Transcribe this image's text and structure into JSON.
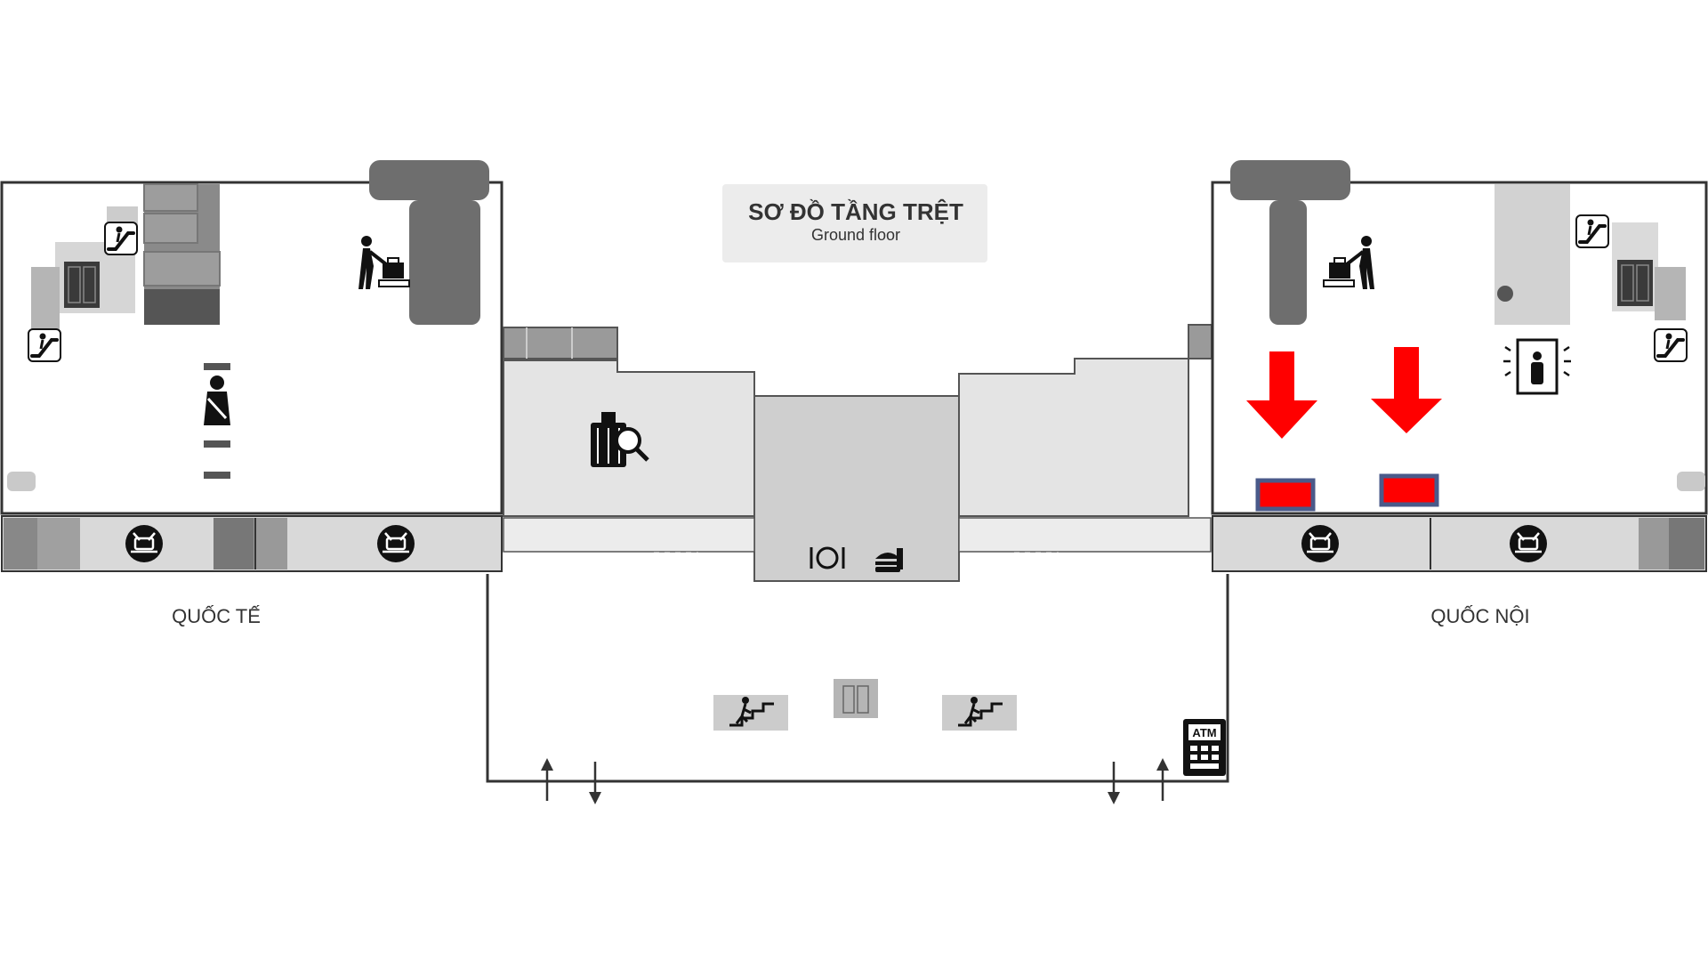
{
  "title": {
    "main": "SƠ ĐỒ TẦNG TRỆT",
    "sub": "Ground floor"
  },
  "zones": {
    "left": "QUỐC TẾ",
    "right": "QUỐC NỘI"
  },
  "atm": {
    "label": "ATM"
  },
  "colors": {
    "arrow": "#ff0000",
    "counter_fill": "#ff0000",
    "counter_border": "#4a5a8a",
    "outline": "#333333",
    "floor_light": "#e6e6e6",
    "floor_mid": "#cfcfcf",
    "floor_dark": "#555555",
    "icon": "#111111"
  },
  "icons": [
    "escalator-icon",
    "elevator-icon",
    "baggage-drop-icon",
    "security-officer-icon",
    "baggage-inspection-icon",
    "restaurant-icon",
    "fast-food-icon",
    "baggage-claim-icon",
    "stairs-icon",
    "atm-icon",
    "security-scanner-icon",
    "entry-arrow-icon",
    "exit-arrow-icon"
  ]
}
